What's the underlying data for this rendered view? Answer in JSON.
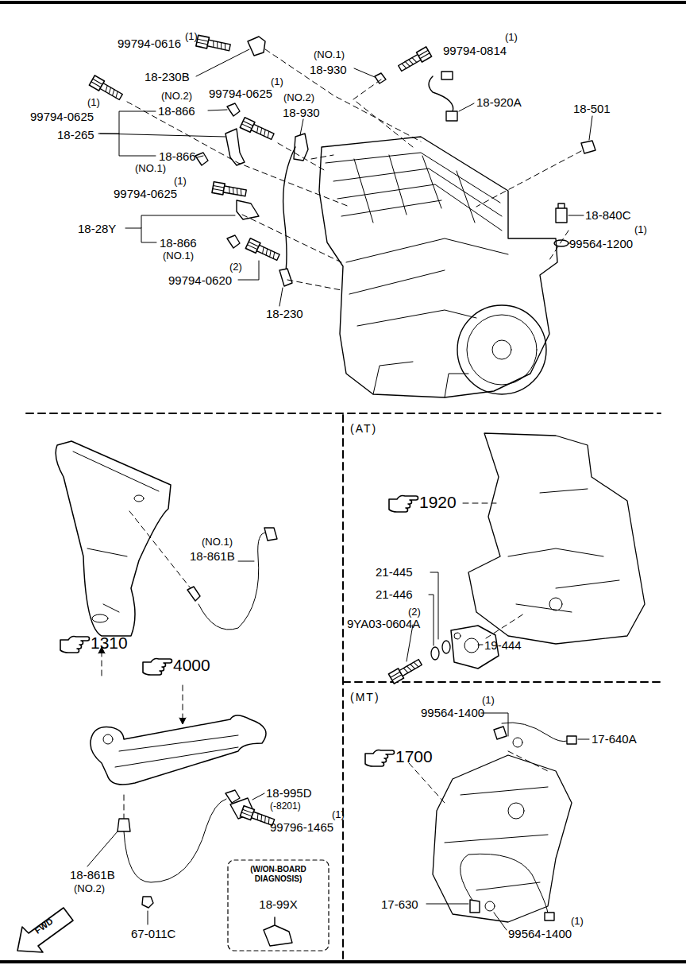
{
  "diagram": {
    "nodes": [
      {
        "text": [
          "(AT)"
        ]
      },
      {
        "text": [
          "(MT)"
        ]
      },
      {
        "text": [
          "(W/ON-BOARD DIAGNOSIS)",
          "18-99X"
        ]
      }
    ],
    "labels": [
      "(1)",
      "99794-0616",
      "18-230B",
      "(NO.1)",
      "18-930",
      "(1)",
      "99794-0814",
      "(1)",
      "99794-0625",
      "(NO.2)",
      "18-930",
      "(1)",
      "99794-0625",
      "(NO.2)",
      "18-866",
      "18-920A",
      "18-501",
      "18-265",
      "18-866",
      "(NO.1)",
      "(1)",
      "99794-0625",
      "18-840C",
      "18-28Y",
      "(1)",
      "99564-1200",
      "18-866",
      "(NO.1)",
      "(2)",
      "99794-0620",
      "18-230",
      "(NO.1)",
      "18-861B",
      "1920",
      "21-445",
      "21-446",
      "(2)",
      "9YA03-0604A",
      "19-444",
      "1310",
      "4000",
      "(1)",
      "99564-1400",
      "17-640A",
      "1700",
      "18-995D",
      "(-8201)",
      "(1)",
      "99796-1465",
      "18-861B",
      "(NO.2)",
      "17-630",
      "67-011C",
      "(1)",
      "99564-1400",
      "FWD"
    ]
  }
}
